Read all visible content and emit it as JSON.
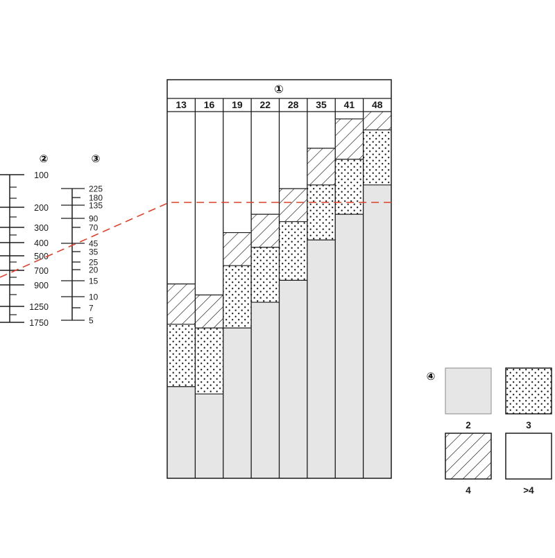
{
  "markers": {
    "one": "①",
    "two": "②",
    "three": "③",
    "four": "④"
  },
  "scale_left": {
    "labels": [
      "100",
      "200",
      "300",
      "400",
      "500",
      "700",
      "900",
      "1250",
      "1750"
    ]
  },
  "scale_right": {
    "labels": [
      "225",
      "180",
      "135",
      "90",
      "70",
      "45",
      "35",
      "25",
      "20",
      "15",
      "10",
      "7",
      "5"
    ]
  },
  "columns": [
    {
      "header": "13",
      "level2": 0.25,
      "level3": 0.42,
      "level4": 0.53
    },
    {
      "header": "16",
      "level2": 0.23,
      "level3": 0.41,
      "level4": 0.5
    },
    {
      "header": "19",
      "level2": 0.41,
      "level3": 0.58,
      "level4": 0.67
    },
    {
      "header": "22",
      "level2": 0.48,
      "level3": 0.63,
      "level4": 0.72
    },
    {
      "header": "28",
      "level2": 0.54,
      "level3": 0.7,
      "level4": 0.79
    },
    {
      "header": "35",
      "level2": 0.65,
      "level3": 0.8,
      "level4": 0.9
    },
    {
      "header": "41",
      "level2": 0.72,
      "level3": 0.87,
      "level4": 0.98
    },
    {
      "header": "48",
      "level2": 0.8,
      "level3": 0.95,
      "level4": 1.03
    }
  ],
  "legend": [
    {
      "label": "2",
      "fill": "solid-gray"
    },
    {
      "label": "3",
      "fill": "dots"
    },
    {
      "label": "4",
      "fill": "hatch"
    },
    {
      "label": ">4",
      "fill": "empty"
    }
  ],
  "colors": {
    "gray": "#e6e6e7",
    "line": "#1a1a1a",
    "guide": "#d9412b"
  }
}
